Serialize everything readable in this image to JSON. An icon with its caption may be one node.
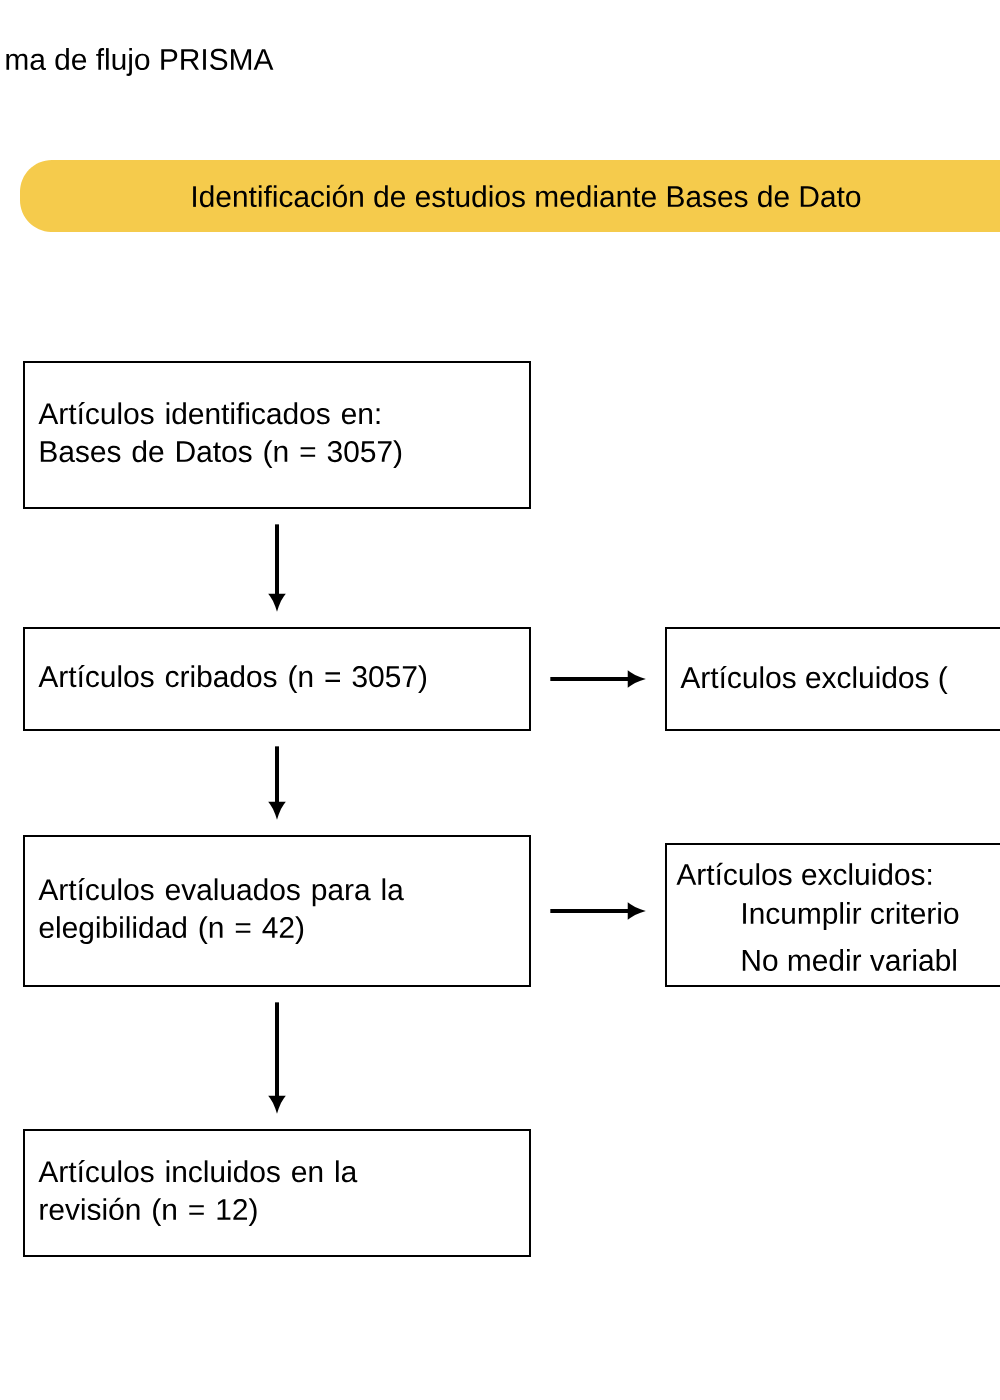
{
  "diagram": {
    "title": "ma de flujo PRISMA",
    "nodes": [
      {
        "text": [
          "Identificación de estudios mediante Bases de Dato"
        ]
      },
      {
        "text": [
          "Artículos identificados en: Bases de Datos (n = 3057)"
        ]
      },
      {
        "text": [
          "Artículos cribados (n = 3057)"
        ]
      },
      {
        "text": [
          "Artículos evaluados para la elegibilidad (n = 42)"
        ]
      },
      {
        "text": [
          "Artículos incluidos en la revisión (n = 12)"
        ]
      },
      {
        "text": [
          "Artículos excluidos ("
        ]
      },
      {
        "text": [
          "Artículos excluidos:",
          "Incumplir criterio",
          "No medir variabl"
        ]
      }
    ],
    "edges": [
      {
        "from": 1,
        "to": 2,
        "arrow": "to"
      },
      {
        "from": 2,
        "to": 3,
        "arrow": "to"
      },
      {
        "from": 3,
        "to": 4,
        "arrow": "to"
      },
      {
        "from": 2,
        "to": 5,
        "arrow": "to"
      },
      {
        "from": 3,
        "to": 6,
        "arrow": "to"
      }
    ]
  }
}
